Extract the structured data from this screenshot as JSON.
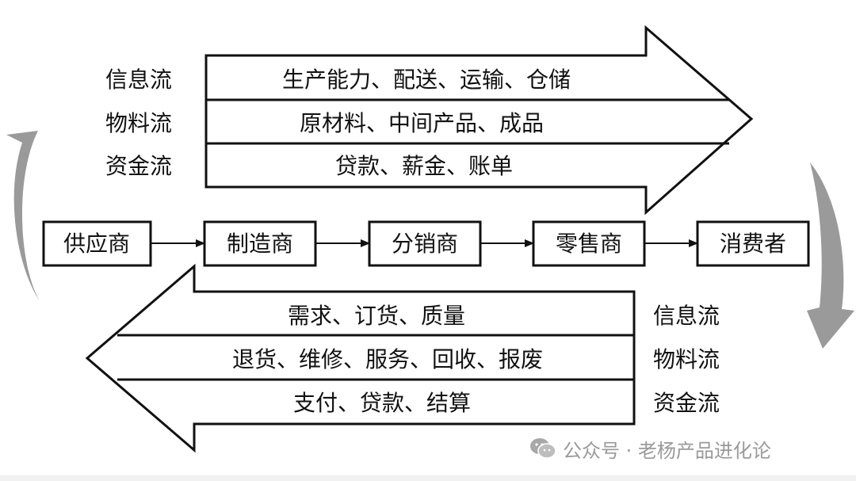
{
  "diagram": {
    "top_arrow": {
      "bands": [
        {
          "label": "信息流",
          "content": "生产能力、配送、运输、仓储"
        },
        {
          "label": "物料流",
          "content": "原材料、中间产品、成品"
        },
        {
          "label": "资金流",
          "content": "贷款、薪金、账单"
        }
      ]
    },
    "chain": {
      "nodes": [
        "供应商",
        "制造商",
        "分销商",
        "零售商",
        "消费者"
      ]
    },
    "bottom_arrow": {
      "bands": [
        {
          "label": "信息流",
          "content": "需求、订货、质量"
        },
        {
          "label": "物料流",
          "content": "退货、维修、服务、回收、报废"
        },
        {
          "label": "资金流",
          "content": "支付、贷款、结算"
        }
      ]
    }
  },
  "watermark": {
    "text": "公众号 · 老杨产品进化论",
    "icon": "wechat-icon"
  },
  "colors": {
    "stroke": "#111111",
    "side_arrow_fill": "#9a9a9a",
    "watermark": "#9a9a9a"
  }
}
